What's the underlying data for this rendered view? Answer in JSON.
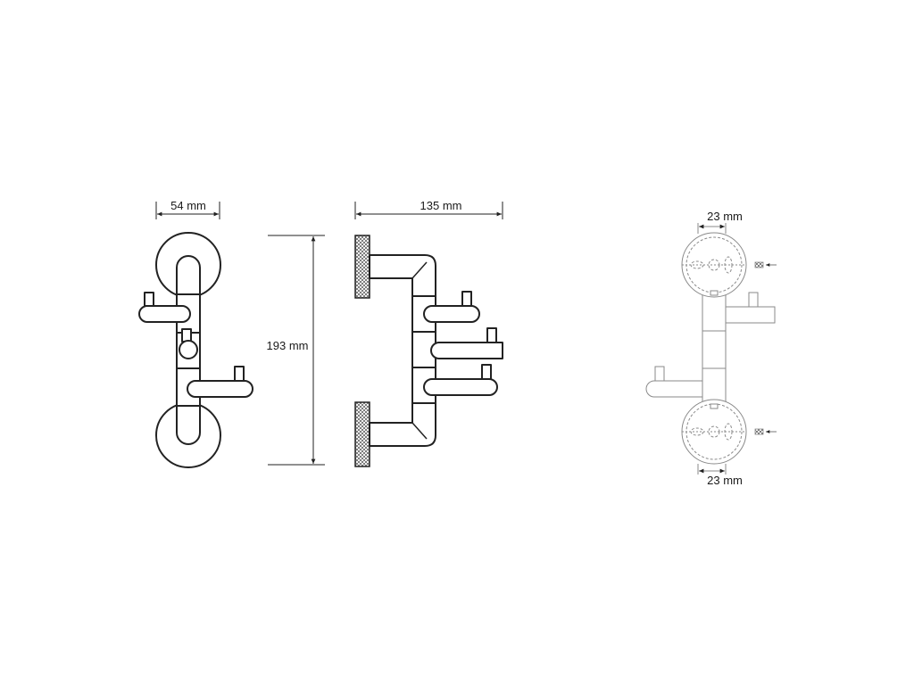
{
  "dimensions": {
    "front_width": "54 mm",
    "side_depth": "135 mm",
    "height": "193 mm",
    "mount_top": "23 mm",
    "mount_bottom": "23 mm"
  },
  "colors": {
    "line": "#222222",
    "light_line": "#8a8a8a",
    "background": "#ffffff"
  }
}
